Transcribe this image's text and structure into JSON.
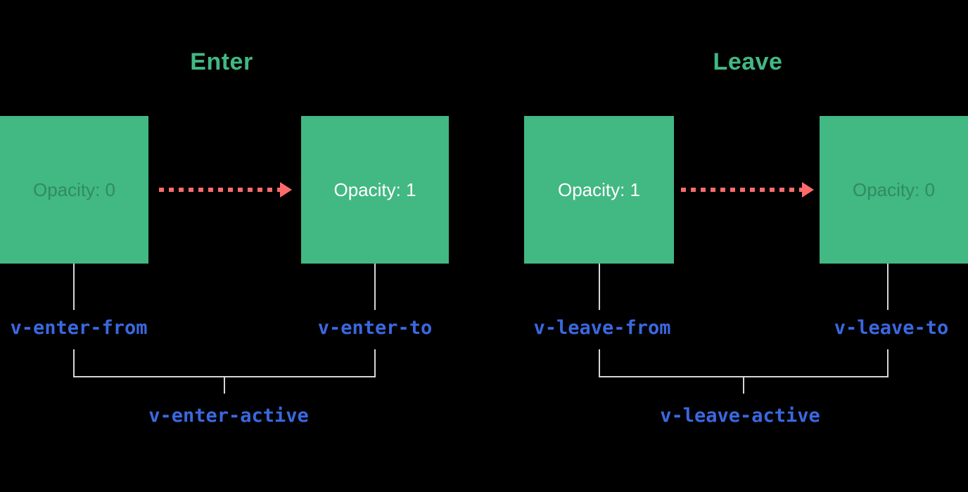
{
  "colors": {
    "background": "#000000",
    "box_green": "#42b883",
    "title_green": "#42b883",
    "arrow_red": "#ff6b6b",
    "label_blue": "#3b68e0",
    "line_gray": "#d6d6d6",
    "box_text_white": "#ffffff",
    "box_text_faint": "rgba(0, 0, 0, 0.25)"
  },
  "sections": [
    {
      "title": "Enter",
      "from_box_text": "Opacity: 0",
      "to_box_text": "Opacity: 1",
      "from_label": "v-enter-from",
      "to_label": "v-enter-to",
      "active_label": "v-enter-active"
    },
    {
      "title": "Leave",
      "from_box_text": "Opacity: 1",
      "to_box_text": "Opacity: 0",
      "from_label": "v-leave-from",
      "to_label": "v-leave-to",
      "active_label": "v-leave-active"
    }
  ]
}
